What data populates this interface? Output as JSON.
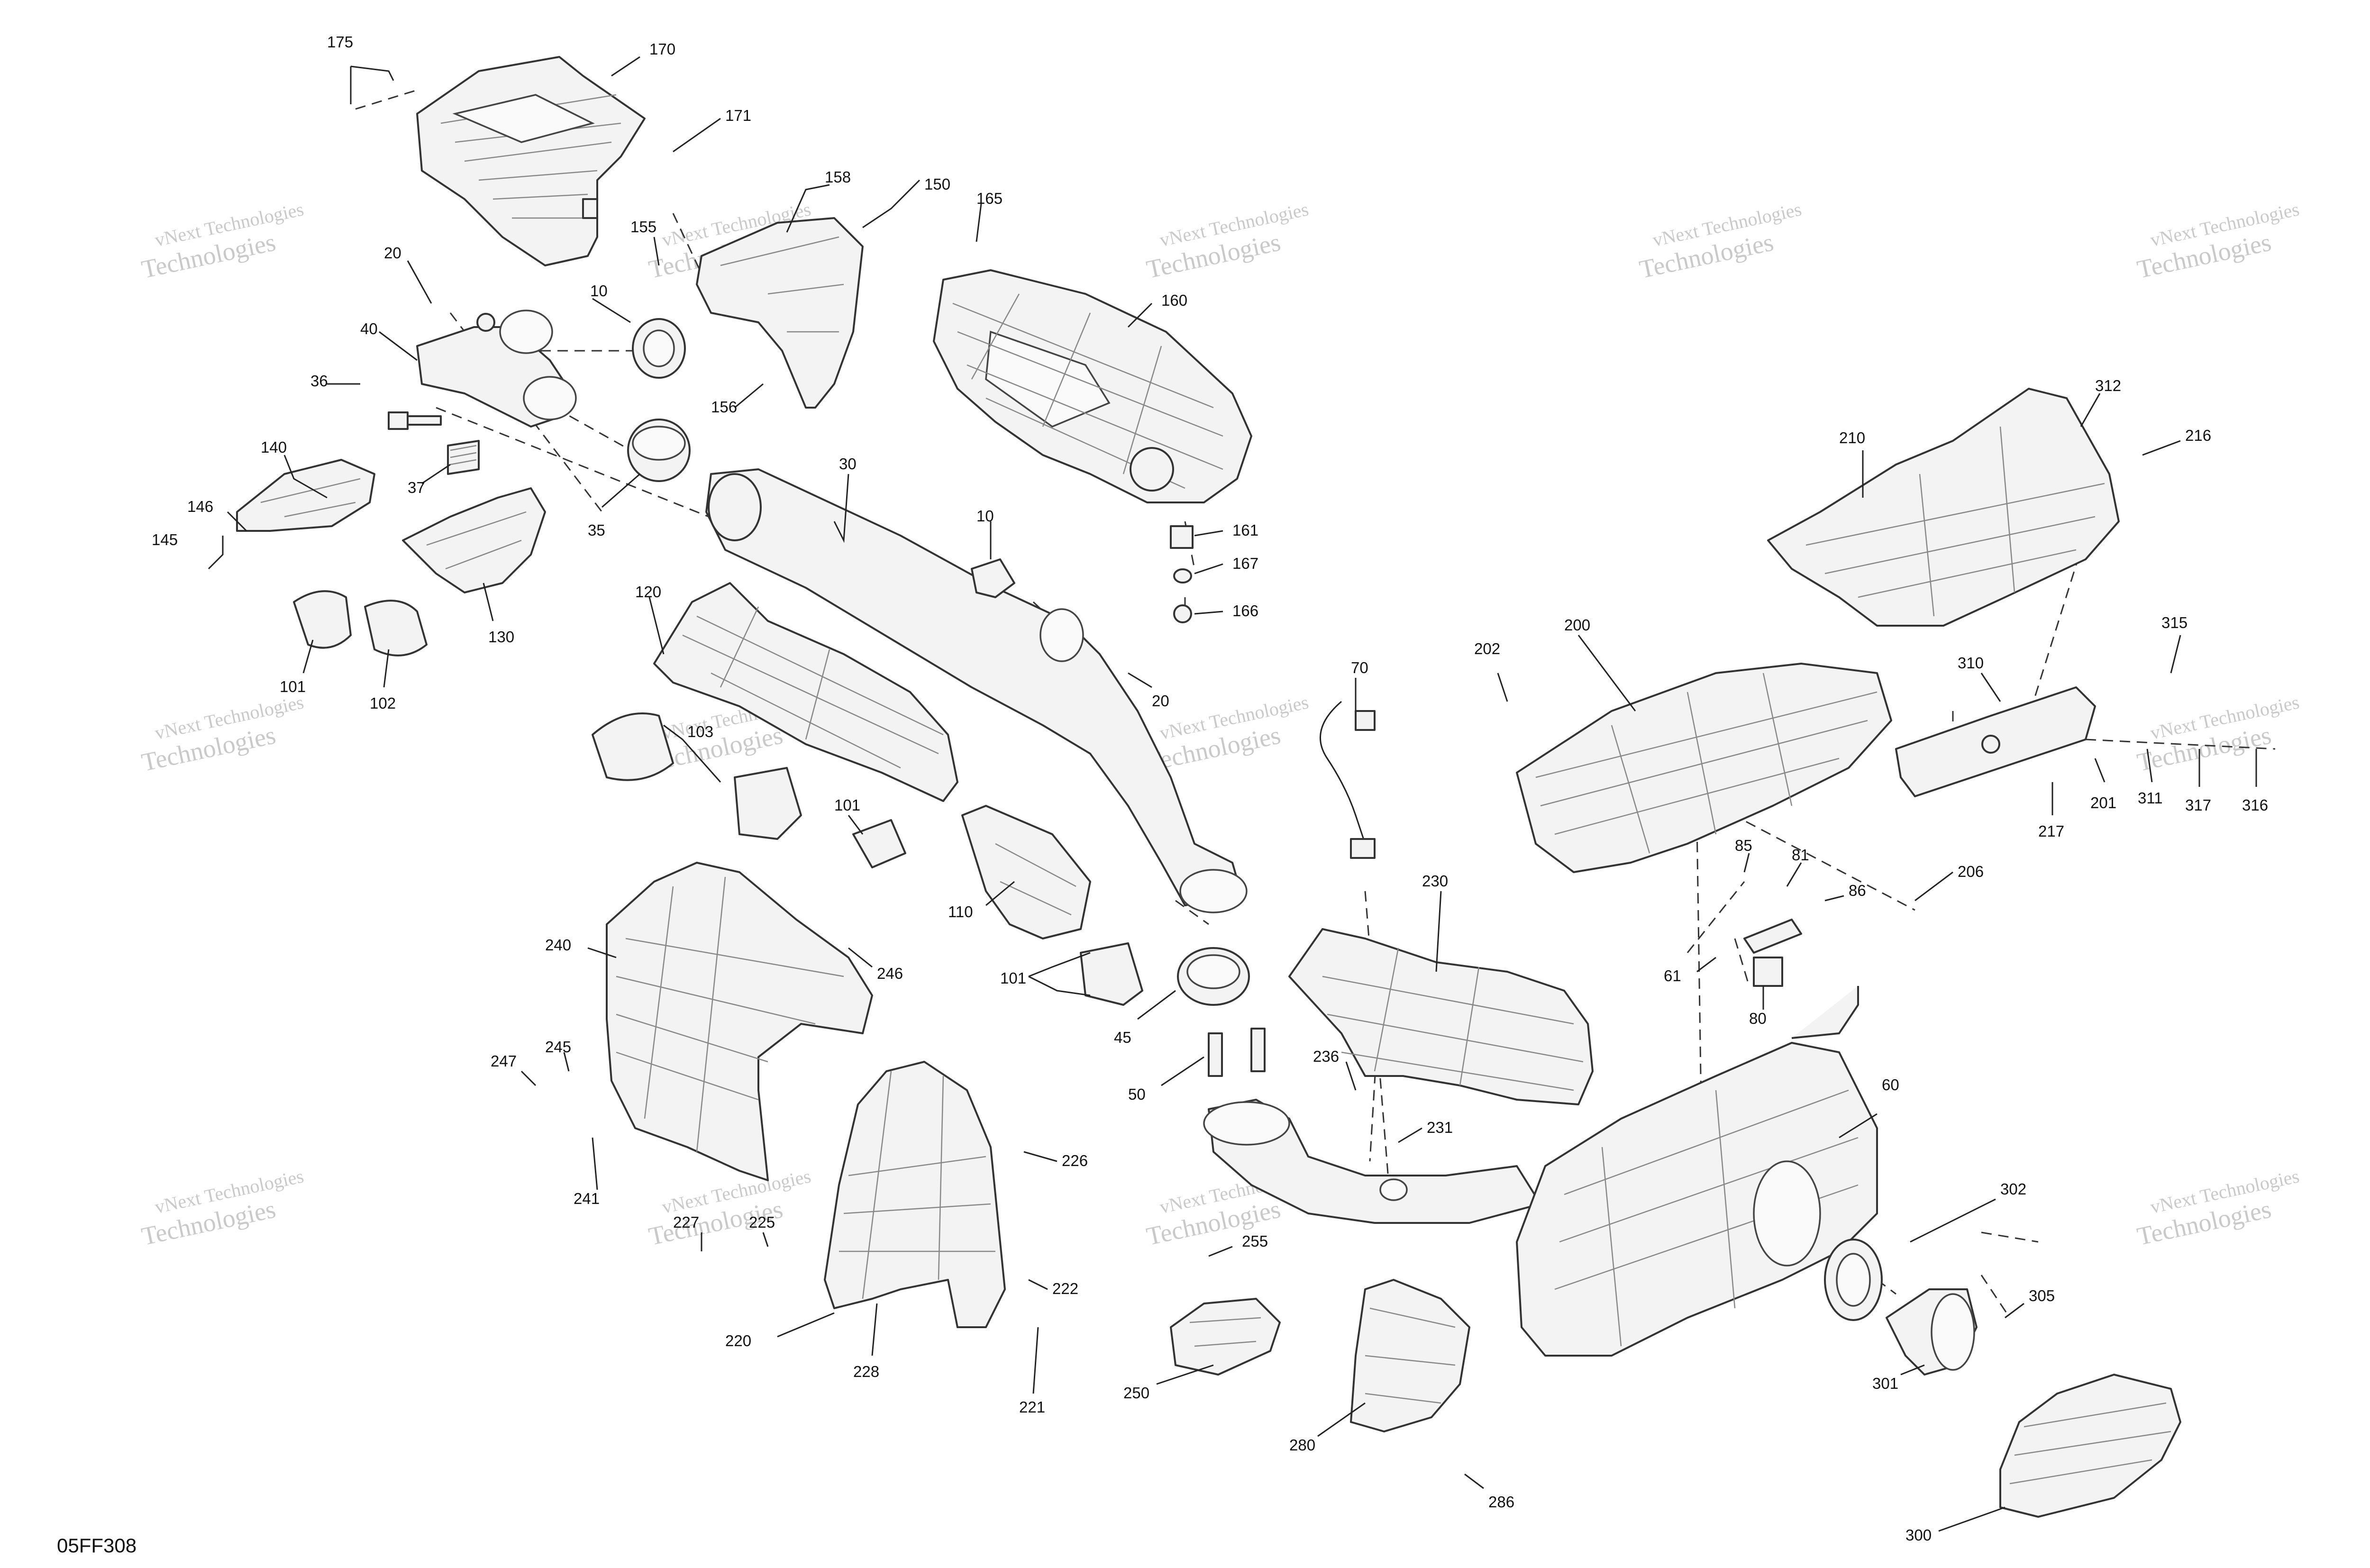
{
  "diagram": {
    "code": "05FF308",
    "watermark": {
      "line1": "vNext Technologies",
      "line2": "Technologies"
    },
    "callouts": [
      {
        "id": "c175",
        "label": "175"
      },
      {
        "id": "c170",
        "label": "170"
      },
      {
        "id": "c171",
        "label": "171"
      },
      {
        "id": "c158",
        "label": "158"
      },
      {
        "id": "c150",
        "label": "150"
      },
      {
        "id": "c165",
        "label": "165"
      },
      {
        "id": "c155",
        "label": "155"
      },
      {
        "id": "c20a",
        "label": "20"
      },
      {
        "id": "c10a",
        "label": "10"
      },
      {
        "id": "c40",
        "label": "40"
      },
      {
        "id": "c160",
        "label": "160"
      },
      {
        "id": "c156",
        "label": "156"
      },
      {
        "id": "c36",
        "label": "36"
      },
      {
        "id": "c30",
        "label": "30"
      },
      {
        "id": "c140",
        "label": "140"
      },
      {
        "id": "c37",
        "label": "37"
      },
      {
        "id": "c146",
        "label": "146"
      },
      {
        "id": "c35",
        "label": "35"
      },
      {
        "id": "c10b",
        "label": "10"
      },
      {
        "id": "c161",
        "label": "161"
      },
      {
        "id": "c145",
        "label": "145"
      },
      {
        "id": "c167",
        "label": "167"
      },
      {
        "id": "c120",
        "label": "120"
      },
      {
        "id": "c130",
        "label": "130"
      },
      {
        "id": "c166",
        "label": "166"
      },
      {
        "id": "c101a",
        "label": "101"
      },
      {
        "id": "c102",
        "label": "102"
      },
      {
        "id": "c20b",
        "label": "20"
      },
      {
        "id": "c70",
        "label": "70"
      },
      {
        "id": "c103",
        "label": "103"
      },
      {
        "id": "c101b",
        "label": "101"
      },
      {
        "id": "c110",
        "label": "110"
      },
      {
        "id": "c240",
        "label": "240"
      },
      {
        "id": "c246",
        "label": "246"
      },
      {
        "id": "c101c",
        "label": "101"
      },
      {
        "id": "c45",
        "label": "45"
      },
      {
        "id": "c247",
        "label": "247"
      },
      {
        "id": "c245",
        "label": "245"
      },
      {
        "id": "c50",
        "label": "50"
      },
      {
        "id": "c241",
        "label": "241"
      },
      {
        "id": "c226",
        "label": "226"
      },
      {
        "id": "c227",
        "label": "227"
      },
      {
        "id": "c225",
        "label": "225"
      },
      {
        "id": "c222",
        "label": "222"
      },
      {
        "id": "c220",
        "label": "220"
      },
      {
        "id": "c228",
        "label": "228"
      },
      {
        "id": "c221",
        "label": "221"
      },
      {
        "id": "c255",
        "label": "255"
      },
      {
        "id": "c250",
        "label": "250"
      },
      {
        "id": "c280",
        "label": "280"
      },
      {
        "id": "c286",
        "label": "286"
      },
      {
        "id": "c236",
        "label": "236"
      },
      {
        "id": "c231",
        "label": "231"
      },
      {
        "id": "c230",
        "label": "230"
      },
      {
        "id": "c200",
        "label": "200"
      },
      {
        "id": "c202",
        "label": "202"
      },
      {
        "id": "c210",
        "label": "210"
      },
      {
        "id": "c312",
        "label": "312"
      },
      {
        "id": "c216",
        "label": "216"
      },
      {
        "id": "c315",
        "label": "315"
      },
      {
        "id": "c310",
        "label": "310"
      },
      {
        "id": "c311",
        "label": "311"
      },
      {
        "id": "c317",
        "label": "317"
      },
      {
        "id": "c316",
        "label": "316"
      },
      {
        "id": "c201",
        "label": "201"
      },
      {
        "id": "c217",
        "label": "217"
      },
      {
        "id": "c206",
        "label": "206"
      },
      {
        "id": "c85",
        "label": "85"
      },
      {
        "id": "c81",
        "label": "81"
      },
      {
        "id": "c86",
        "label": "86"
      },
      {
        "id": "c61",
        "label": "61"
      },
      {
        "id": "c80",
        "label": "80"
      },
      {
        "id": "c60",
        "label": "60"
      },
      {
        "id": "c302",
        "label": "302"
      },
      {
        "id": "c305",
        "label": "305"
      },
      {
        "id": "c301",
        "label": "301"
      },
      {
        "id": "c300",
        "label": "300"
      }
    ]
  }
}
